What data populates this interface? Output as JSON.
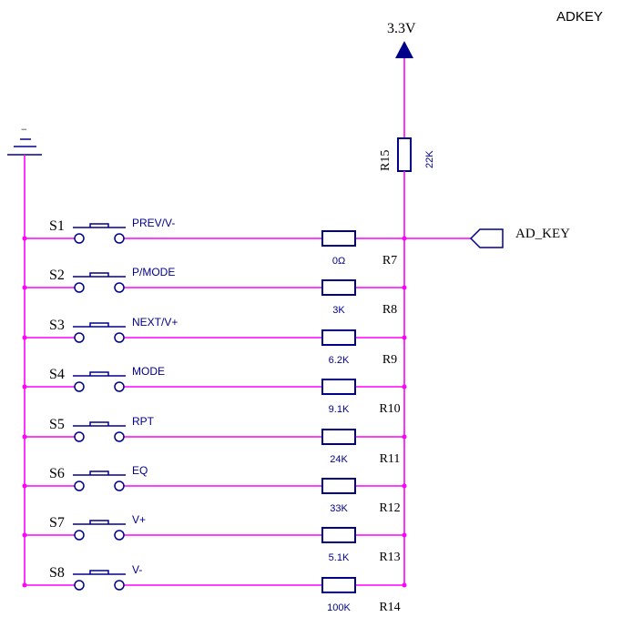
{
  "title": "ADKEY",
  "supply": {
    "label": "3.3V"
  },
  "pullup": {
    "ref": "R15",
    "value": "22K"
  },
  "net_label": "AD_KEY",
  "ground_symbol": "−",
  "colors": {
    "wire": "#ff00ff",
    "component": "#00008b",
    "dot": "#ff00ff",
    "label": "#000000"
  },
  "rows": [
    {
      "switch": "S1",
      "function": "PREV/V-",
      "resistor_value": "0Ω",
      "resistor_ref": "R7"
    },
    {
      "switch": "S2",
      "function": "P/MODE",
      "resistor_value": "3K",
      "resistor_ref": "R8"
    },
    {
      "switch": "S3",
      "function": "NEXT/V+",
      "resistor_value": "6.2K",
      "resistor_ref": "R9"
    },
    {
      "switch": "S4",
      "function": "MODE",
      "resistor_value": "9.1K",
      "resistor_ref": "R10"
    },
    {
      "switch": "S5",
      "function": "RPT",
      "resistor_value": "24K",
      "resistor_ref": "R11"
    },
    {
      "switch": "S6",
      "function": "EQ",
      "resistor_value": "33K",
      "resistor_ref": "R12"
    },
    {
      "switch": "S7",
      "function": "V+",
      "resistor_value": "5.1K",
      "resistor_ref": "R13"
    },
    {
      "switch": "S8",
      "function": "V-",
      "resistor_value": "100K",
      "resistor_ref": "R14"
    }
  ]
}
